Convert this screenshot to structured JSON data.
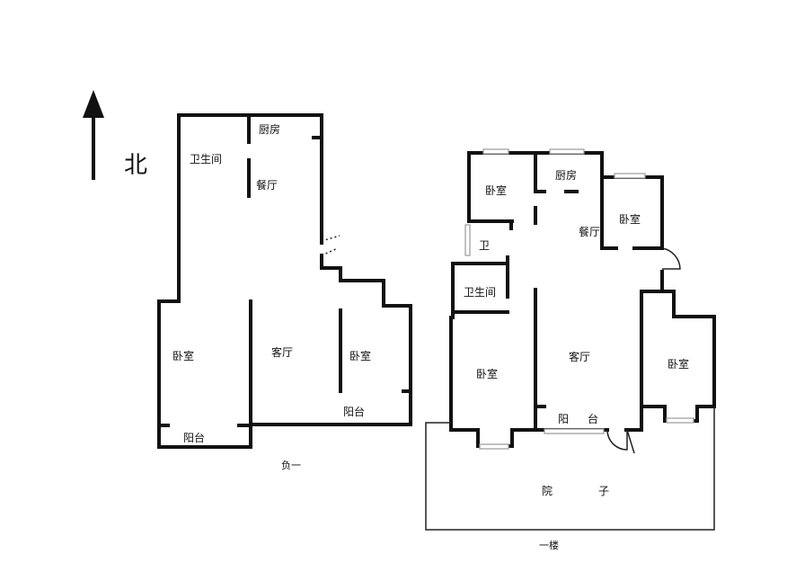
{
  "compass": {
    "label": "北"
  },
  "basement": {
    "caption": "负一",
    "rooms": {
      "bathroom": "卫生间",
      "kitchen": "厨房",
      "dining": "餐厅",
      "bedroom_left": "卧室",
      "living": "客厅",
      "bedroom_right": "卧室",
      "balcony_left": "阳台",
      "balcony_right": "阳台"
    }
  },
  "first_floor": {
    "caption": "一楼",
    "rooms": {
      "bedroom_top_left": "卧室",
      "kitchen": "厨房",
      "dining": "餐厅",
      "bedroom_top_right": "卧室",
      "wc": "卫",
      "bathroom": "卫生间",
      "bedroom_left": "卧室",
      "living": "客厅",
      "bedroom_right": "卧室",
      "balcony_char1": "阳",
      "balcony_char2": "台",
      "yard_char1": "院",
      "yard_char2": "子"
    }
  }
}
